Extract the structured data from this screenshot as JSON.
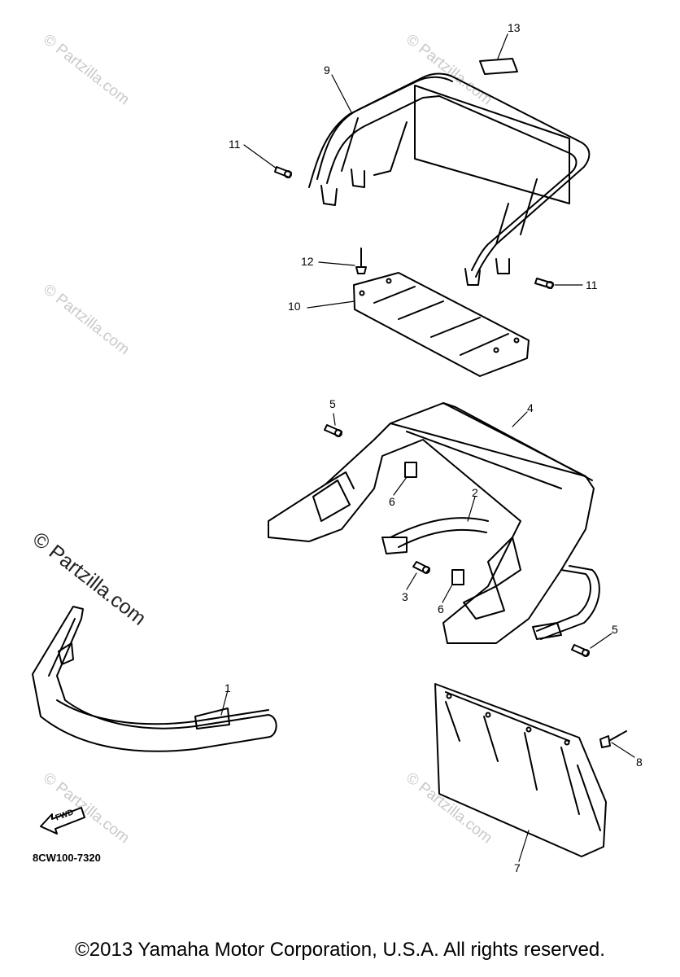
{
  "watermark": {
    "small": "© Partzilla.com",
    "large": "© Partzilla.com"
  },
  "callouts": [
    {
      "id": "c13",
      "text": "13"
    },
    {
      "id": "c9",
      "text": "9"
    },
    {
      "id": "c11a",
      "text": "11"
    },
    {
      "id": "c11b",
      "text": "11"
    },
    {
      "id": "c12",
      "text": "12"
    },
    {
      "id": "c10",
      "text": "10"
    },
    {
      "id": "c5a",
      "text": "5"
    },
    {
      "id": "c4",
      "text": "4"
    },
    {
      "id": "c6a",
      "text": "6"
    },
    {
      "id": "c2",
      "text": "2"
    },
    {
      "id": "c3",
      "text": "3"
    },
    {
      "id": "c6b",
      "text": "6"
    },
    {
      "id": "c5b",
      "text": "5"
    },
    {
      "id": "c1",
      "text": "1"
    },
    {
      "id": "c8",
      "text": "8"
    },
    {
      "id": "c7",
      "text": "7"
    }
  ],
  "fwd_label": "FWD",
  "diagram_code": "8CW100-7320",
  "copyright": "©2013 Yamaha Motor Corporation, U.S.A. All rights reserved."
}
